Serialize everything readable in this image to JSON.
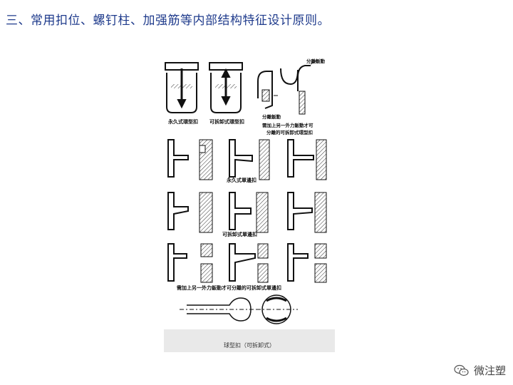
{
  "heading": "三、常用扣位、螺钉柱、加强筋等内部结构特征设计原则。",
  "figure": {
    "top_labels": {
      "separation_right": "分離鈑動",
      "separation_bottom": "分離鈑動",
      "permanent_ring": "永久式環型扣",
      "removable_ring": "可拆卸式環型扣",
      "external_force_line1": "需加上另一外力鈑動才可",
      "external_force_line2": "分離的可拆卸式環型扣"
    },
    "row_labels": {
      "permanent_quick": "永久式單邊扣",
      "removable_quick": "可拆卸式單邊扣",
      "external_force_quick": "需加上另一外力鈑動才可分離的可拆卸式單邊扣"
    },
    "caption": "球型扣（可拆卸式）"
  },
  "watermark": {
    "icon": "wechat-icon",
    "text": "微注塑"
  }
}
